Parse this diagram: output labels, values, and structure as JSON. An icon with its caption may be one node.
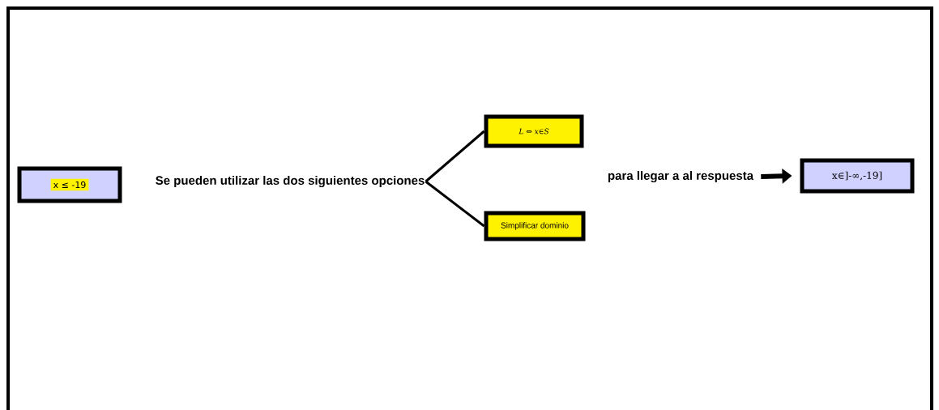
{
  "diagram": {
    "nodes": [
      {
        "text": [
          "x ≤ -19"
        ]
      },
      {
        "text": [
          "Se pueden utilizar las dos siguientes opciones"
        ]
      },
      {
        "text": [
          "L ⇔ x∈S"
        ]
      },
      {
        "text": [
          "Simplificar dominio"
        ]
      },
      {
        "text": [
          "para llegar a al respuesta"
        ]
      },
      {
        "text": [
          "x∈]-∞,-19]"
        ]
      }
    ],
    "edges": [
      {
        "from": 1,
        "to": 2,
        "arrow": "none"
      },
      {
        "from": 1,
        "to": 3,
        "arrow": "none"
      },
      {
        "from": 4,
        "to": 5,
        "arrow": "to",
        "style": "thick"
      }
    ]
  }
}
